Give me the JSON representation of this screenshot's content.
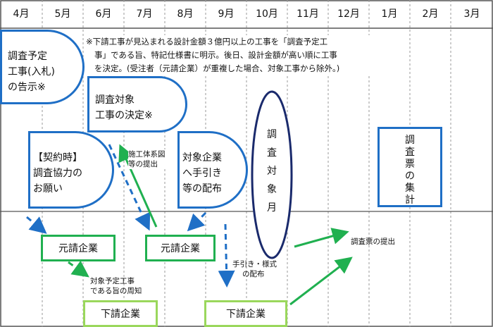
{
  "months": [
    "4月",
    "5月",
    "6月",
    "7月",
    "8月",
    "9月",
    "10月",
    "11月",
    "12月",
    "1月",
    "2月",
    "3月"
  ],
  "note": {
    "lines": [
      "※下請工事が見込まれる設計金額３億円以上の工事を「調査予定工",
      "事」である旨、特記仕様書に明示。後日、設計金額が高い順に工事",
      "を決定。(受注者（元請企業）が重複した場合、対象工事から除外。)"
    ]
  },
  "boxes": {
    "notice": [
      "調査予定",
      "工事(入札)",
      "の告示※"
    ],
    "decision": [
      "調査対象",
      "工事の決定※"
    ],
    "contract": [
      "【契約時】",
      "調査協力の",
      "お願い"
    ],
    "handout": [
      "対象企業",
      "へ手引き",
      "等の配布"
    ],
    "survey_month": [
      "調",
      "査",
      "対",
      "象",
      "月"
    ],
    "tally": [
      "調",
      "査",
      "票",
      "の",
      "集",
      "計"
    ]
  },
  "companies": {
    "prime_1": "元請企業",
    "prime_2": "元請企業",
    "sub_1": "下請企業",
    "sub_2": "下請企業"
  },
  "labels": {
    "system_chart": [
      "施工体系図",
      "等の提出"
    ],
    "notify": [
      "対象予定工事",
      "である旨の周知"
    ],
    "guide": [
      "手引き・様式",
      "の配布"
    ],
    "submit": "調査票の提出"
  },
  "colors": {
    "blue": "#1f6fc6",
    "navy": "#1a2a6c",
    "green": "#20b050",
    "light_green": "#9ad75c",
    "grid": "#9a9a9a"
  }
}
